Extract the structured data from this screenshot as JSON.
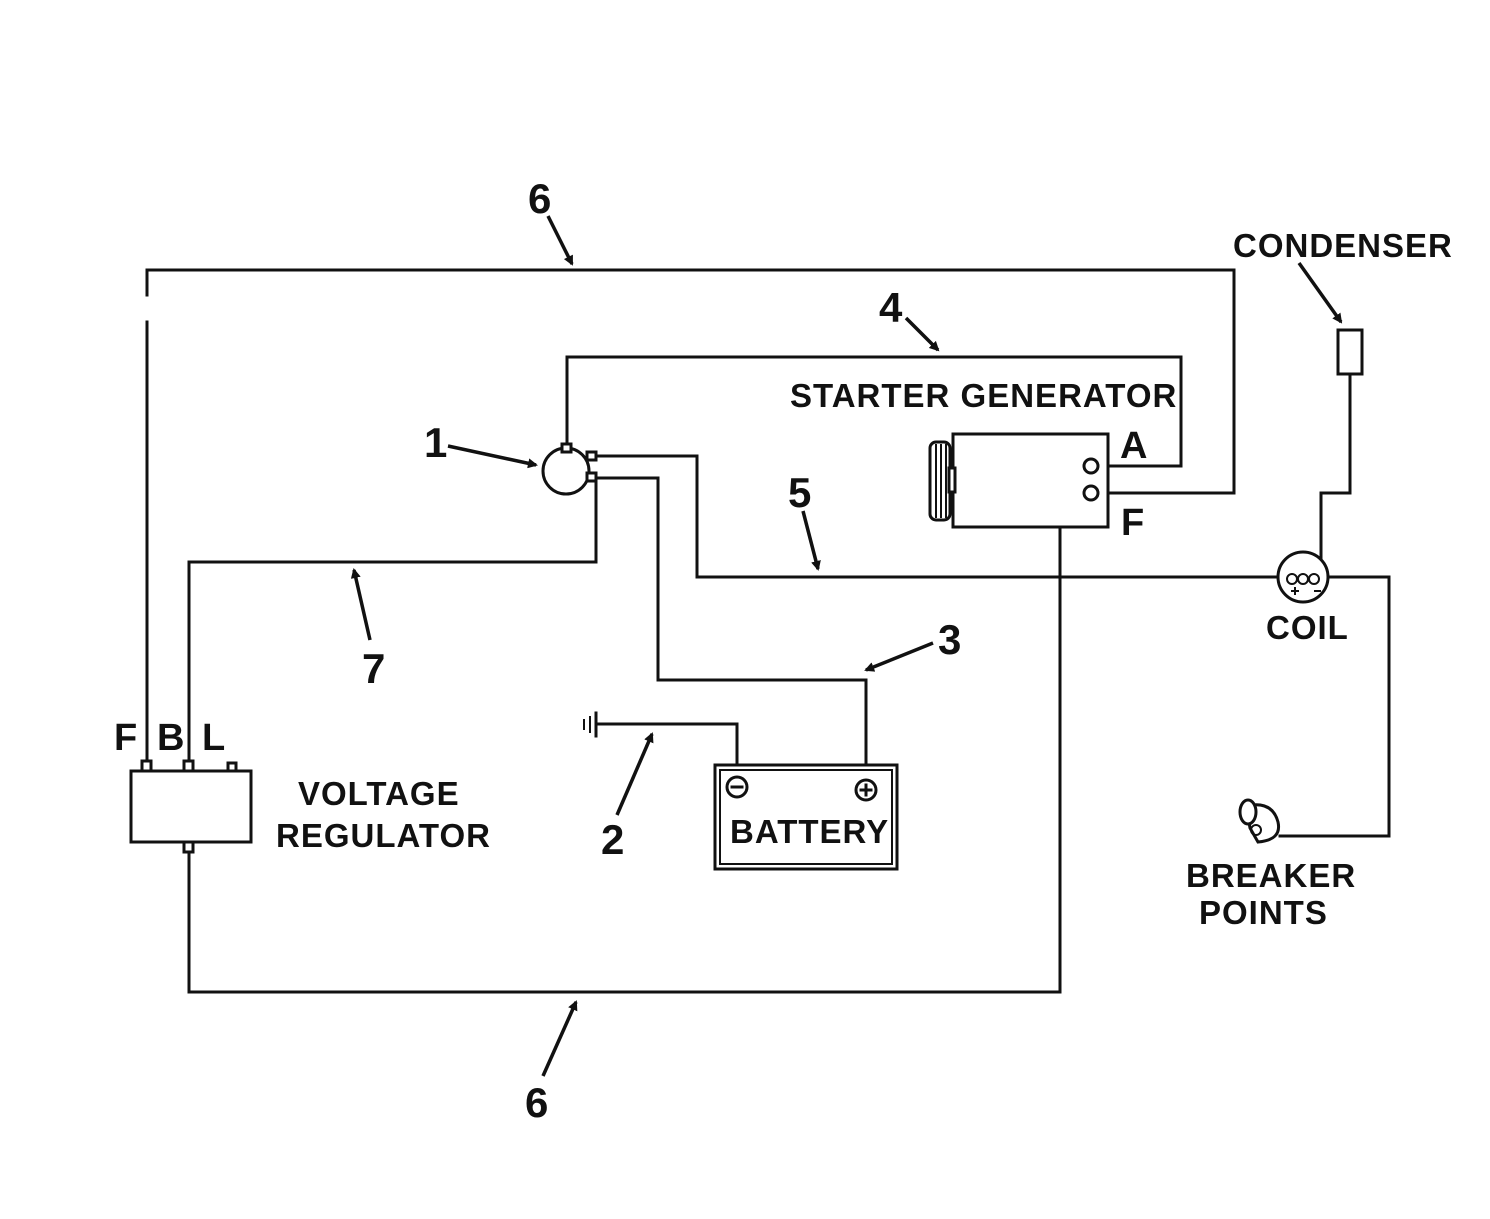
{
  "labels": {
    "condenser": "CONDENSER",
    "starter_generator": "STARTER GENERATOR",
    "coil": "COIL",
    "breaker_points_line1": "BREAKER",
    "breaker_points_line2": "POINTS",
    "voltage_regulator_line1": "VOLTAGE",
    "voltage_regulator_line2": "REGULATOR",
    "battery": "BATTERY"
  },
  "terminals": {
    "generator_a": "A",
    "generator_f": "F",
    "regulator_f": "F",
    "regulator_b": "B",
    "regulator_l": "L"
  },
  "callouts": {
    "c1": "1",
    "c2": "2",
    "c3": "3",
    "c4": "4",
    "c5": "5",
    "c6_top": "6",
    "c6_bottom": "6",
    "c7": "7"
  }
}
